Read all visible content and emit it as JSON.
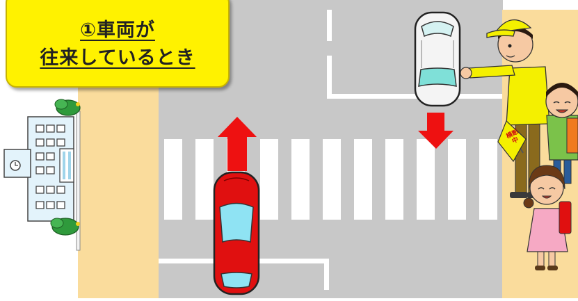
{
  "title": {
    "line1": "①車両が",
    "line2": "往来しているとき"
  },
  "sign_text": "横断中",
  "colors": {
    "road": "#c8c8c8",
    "sidewalk": "#fadc9c",
    "crosswalk": "#ffffff",
    "title_bg": "#fff200",
    "car_red": "#e01010",
    "car_white": "#f4f4f4",
    "arrow": "#ee1111",
    "guard_uniform": "#f4f000"
  }
}
